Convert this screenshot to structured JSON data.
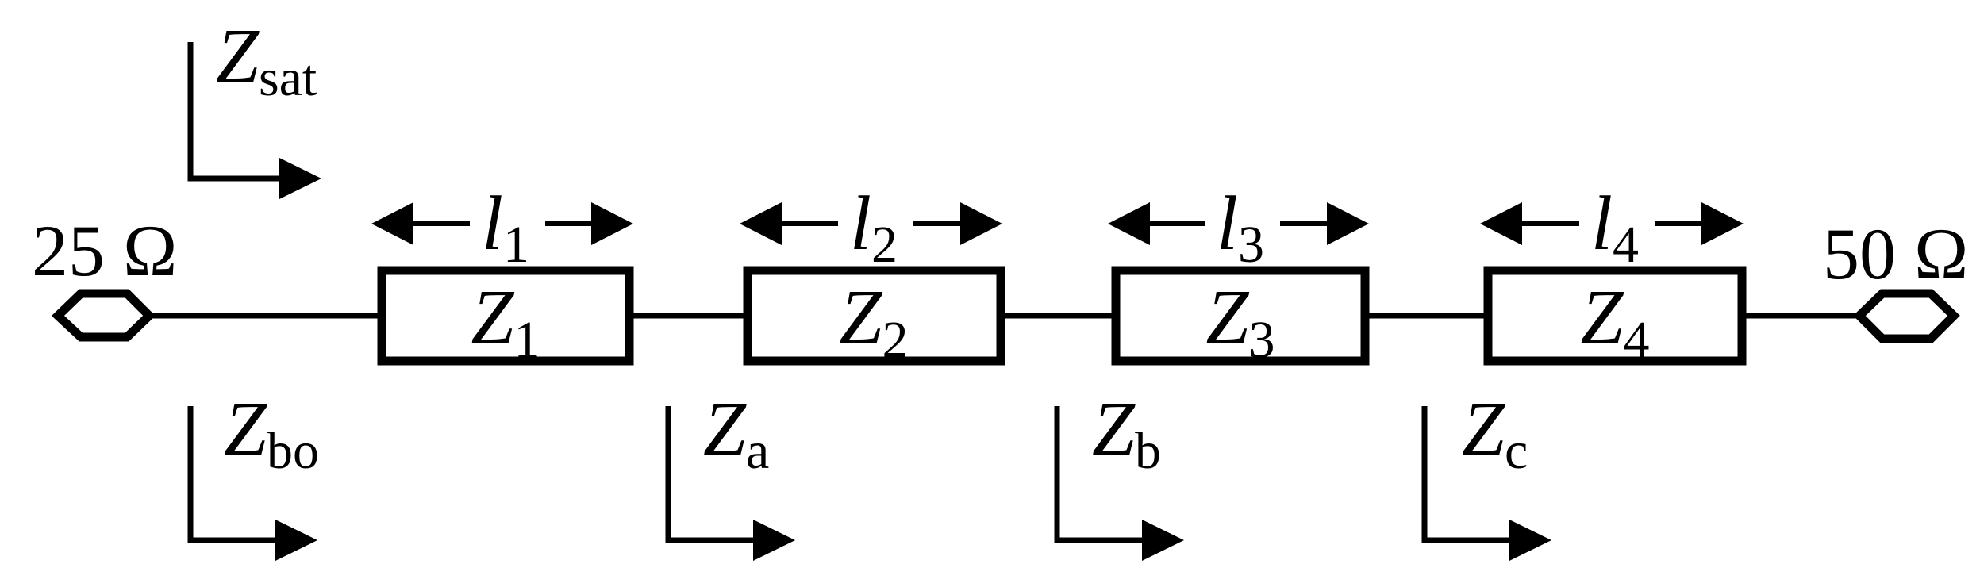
{
  "figure": {
    "description": "Four-section stepped-impedance transmission-line transformer between a 25 ohm source port and a 50 ohm load port",
    "source_label": "25 Ω",
    "load_label": "50 Ω",
    "sections": [
      {
        "z_main": "Z",
        "z_sub": "1",
        "l_main": "l",
        "l_sub": "1"
      },
      {
        "z_main": "Z",
        "z_sub": "2",
        "l_main": "l",
        "l_sub": "2"
      },
      {
        "z_main": "Z",
        "z_sub": "3",
        "l_main": "l",
        "l_sub": "3"
      },
      {
        "z_main": "Z",
        "z_sub": "4",
        "l_main": "l",
        "l_sub": "4"
      }
    ],
    "probes": {
      "sat": {
        "main": "Z",
        "sub": "sat"
      },
      "bo": {
        "main": "Z",
        "sub": "bo"
      },
      "a": {
        "main": "Z",
        "sub": "a"
      },
      "b": {
        "main": "Z",
        "sub": "b"
      },
      "c": {
        "main": "Z",
        "sub": "c"
      }
    },
    "colors": {
      "ink": "#000000",
      "background": "#ffffff"
    }
  }
}
